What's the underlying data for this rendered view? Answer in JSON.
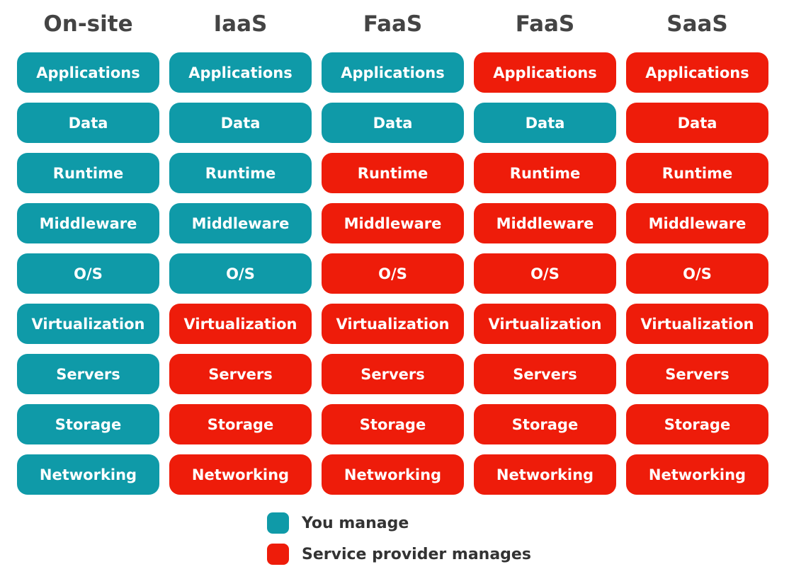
{
  "columns": [
    {
      "header": "On-site",
      "cells": [
        {
          "label": "Applications",
          "managed_by": "you"
        },
        {
          "label": "Data",
          "managed_by": "you"
        },
        {
          "label": "Runtime",
          "managed_by": "you"
        },
        {
          "label": "Middleware",
          "managed_by": "you"
        },
        {
          "label": "O/S",
          "managed_by": "you"
        },
        {
          "label": "Virtualization",
          "managed_by": "you"
        },
        {
          "label": "Servers",
          "managed_by": "you"
        },
        {
          "label": "Storage",
          "managed_by": "you"
        },
        {
          "label": "Networking",
          "managed_by": "you"
        }
      ]
    },
    {
      "header": "IaaS",
      "cells": [
        {
          "label": "Applications",
          "managed_by": "you"
        },
        {
          "label": "Data",
          "managed_by": "you"
        },
        {
          "label": "Runtime",
          "managed_by": "you"
        },
        {
          "label": "Middleware",
          "managed_by": "you"
        },
        {
          "label": "O/S",
          "managed_by": "you"
        },
        {
          "label": "Virtualization",
          "managed_by": "provider"
        },
        {
          "label": "Servers",
          "managed_by": "provider"
        },
        {
          "label": "Storage",
          "managed_by": "provider"
        },
        {
          "label": "Networking",
          "managed_by": "provider"
        }
      ]
    },
    {
      "header": "FaaS",
      "cells": [
        {
          "label": "Applications",
          "managed_by": "you"
        },
        {
          "label": "Data",
          "managed_by": "you"
        },
        {
          "label": "Runtime",
          "managed_by": "provider"
        },
        {
          "label": "Middleware",
          "managed_by": "provider"
        },
        {
          "label": "O/S",
          "managed_by": "provider"
        },
        {
          "label": "Virtualization",
          "managed_by": "provider"
        },
        {
          "label": "Servers",
          "managed_by": "provider"
        },
        {
          "label": "Storage",
          "managed_by": "provider"
        },
        {
          "label": "Networking",
          "managed_by": "provider"
        }
      ]
    },
    {
      "header": "FaaS",
      "cells": [
        {
          "label": "Applications",
          "managed_by": "provider"
        },
        {
          "label": "Data",
          "managed_by": "you"
        },
        {
          "label": "Runtime",
          "managed_by": "provider"
        },
        {
          "label": "Middleware",
          "managed_by": "provider"
        },
        {
          "label": "O/S",
          "managed_by": "provider"
        },
        {
          "label": "Virtualization",
          "managed_by": "provider"
        },
        {
          "label": "Servers",
          "managed_by": "provider"
        },
        {
          "label": "Storage",
          "managed_by": "provider"
        },
        {
          "label": "Networking",
          "managed_by": "provider"
        }
      ]
    },
    {
      "header": "SaaS",
      "cells": [
        {
          "label": "Applications",
          "managed_by": "provider"
        },
        {
          "label": "Data",
          "managed_by": "provider"
        },
        {
          "label": "Runtime",
          "managed_by": "provider"
        },
        {
          "label": "Middleware",
          "managed_by": "provider"
        },
        {
          "label": "O/S",
          "managed_by": "provider"
        },
        {
          "label": "Virtualization",
          "managed_by": "provider"
        },
        {
          "label": "Servers",
          "managed_by": "provider"
        },
        {
          "label": "Storage",
          "managed_by": "provider"
        },
        {
          "label": "Networking",
          "managed_by": "provider"
        }
      ]
    }
  ],
  "legend": {
    "you": {
      "label": "You manage",
      "color": "#0f9aa8"
    },
    "provider": {
      "label": "Service provider manages",
      "color": "#ee1c0a"
    }
  }
}
